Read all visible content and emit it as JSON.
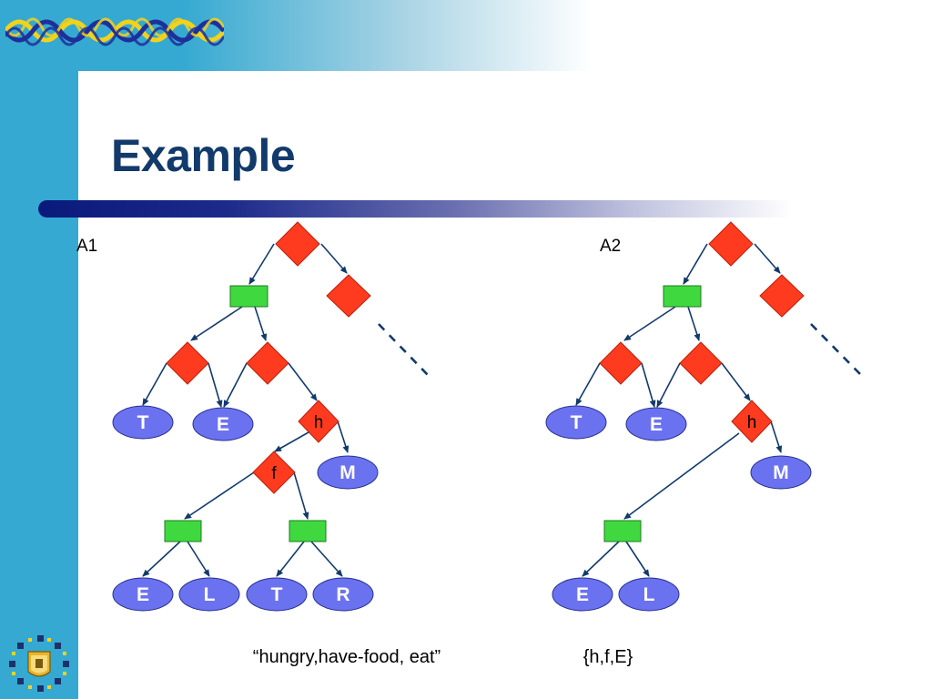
{
  "slide": {
    "title": "Example"
  },
  "colors": {
    "decision": "#ff3b1f",
    "action": "#3fd93f",
    "leaf": "#6b72f0",
    "edge": "#123a6b",
    "title": "#123a6b",
    "sidebar": "#35a9d1"
  },
  "trees": [
    {
      "label": "A1",
      "caption": "“hungry,have-food, eat”",
      "decision_labels": [
        "h",
        "f"
      ],
      "leaf_labels": [
        "T",
        "E",
        "M",
        "E",
        "L",
        "T",
        "R"
      ]
    },
    {
      "label": "A2",
      "caption": "{h,f,E}",
      "decision_labels": [
        "h"
      ],
      "leaf_labels": [
        "T",
        "E",
        "M",
        "E",
        "L"
      ]
    }
  ]
}
